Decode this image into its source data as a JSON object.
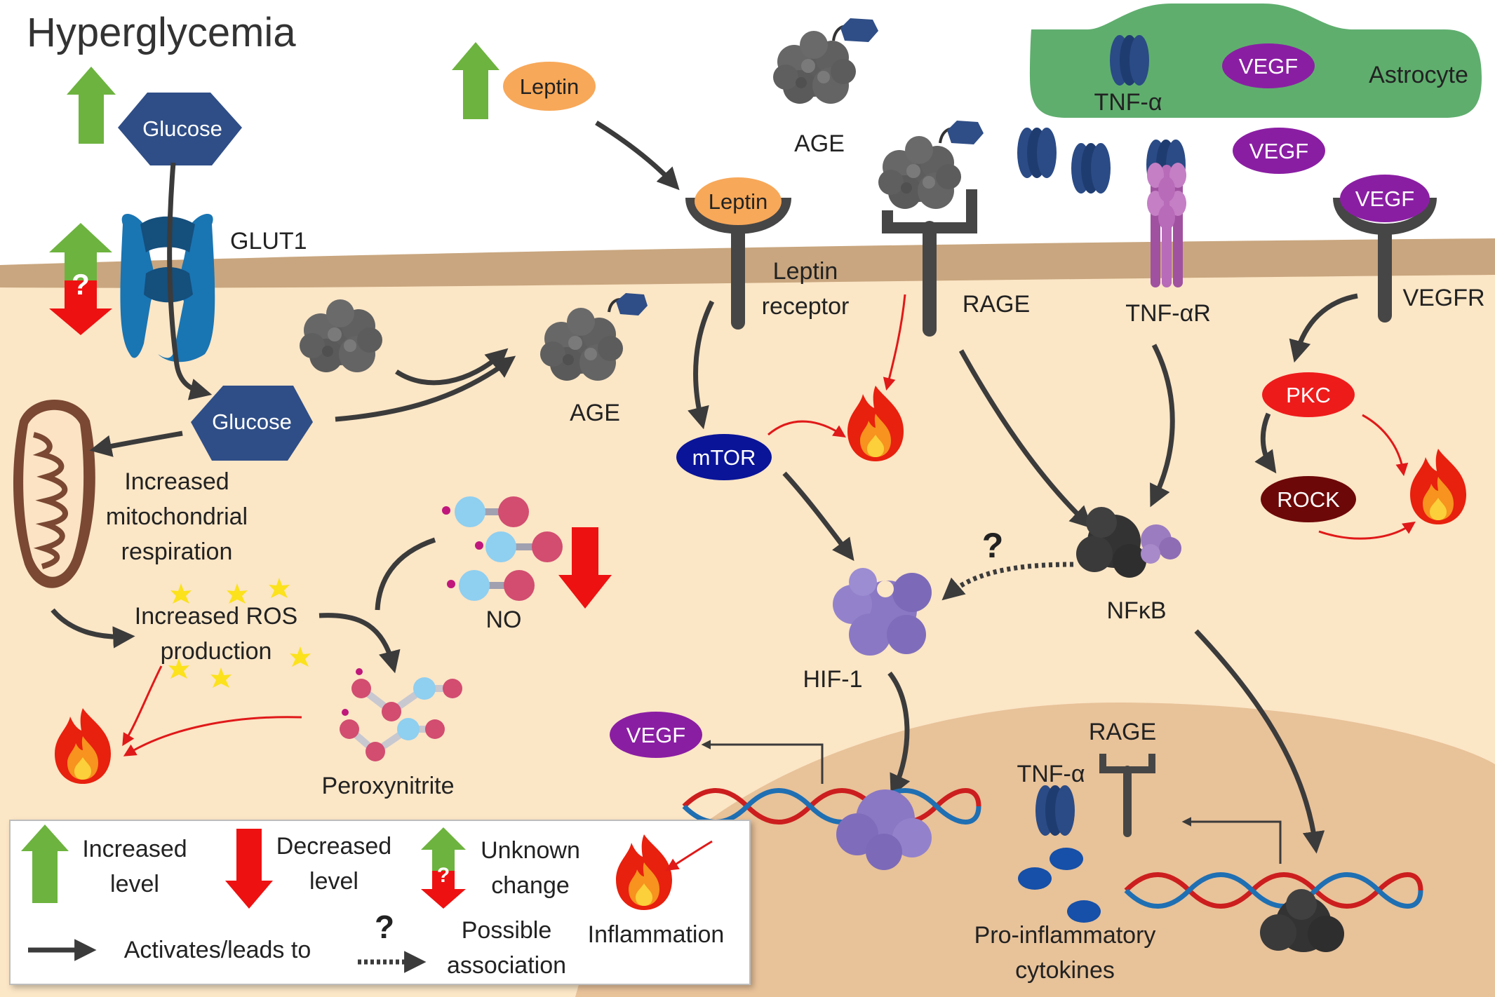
{
  "title": "Hyperglycemia",
  "colors": {
    "cytoplasm": "#fbe6c6",
    "membrane": "#c9a67f",
    "nucleus": "#e8c299",
    "astrocyte": "#5fae6e",
    "glucose": "#2f4e87",
    "leptin": "#f7a859",
    "vegf": "#8a1ea3",
    "mtor": "#0a1498",
    "pkc": "#ee1b1b",
    "rock": "#6d0808",
    "age": "#6e6e6e",
    "arrow": "#3b3b3b",
    "red_arrow": "#e01919",
    "increase": "#6db33f",
    "decrease": "#ee1111"
  },
  "labels": {
    "glucose_outside": "Glucose",
    "glucose_inside": "Glucose",
    "glut1": "GLUT1",
    "mito_line1": "Increased",
    "mito_line2": "mitochondrial",
    "mito_line3": "respiration",
    "ros_line1": "Increased ROS",
    "ros_line2": "production",
    "peroxynitrite": "Peroxynitrite",
    "no": "NO",
    "age_inside": "AGE",
    "age_outside": "AGE",
    "leptin_free": "Leptin",
    "leptin_bound": "Leptin",
    "leptin_receptor_line1": "Leptin",
    "leptin_receptor_line2": "receptor",
    "rage": "RAGE",
    "tnf_alpha_r": "TNF-αR",
    "vegfr": "VEGFR",
    "vegf_astro": "VEGF",
    "vegf_free": "VEGF",
    "vegf_bound": "VEGF",
    "vegf_nuclear": "VEGF",
    "tnf_alpha_astro": "TNF-α",
    "astrocyte": "Astrocyte",
    "mtor": "mTOR",
    "pkc": "PKC",
    "rock": "ROCK",
    "hif1": "HIF-1",
    "nfkb": "NFκB",
    "question": "?",
    "nuclear_rage": "RAGE",
    "nuclear_tnf": "TNF-α",
    "cytokines_line1": "Pro-inflammatory",
    "cytokines_line2": "cytokines"
  },
  "legend": {
    "increased_line1": "Increased",
    "increased_line2": "level",
    "decreased_line1": "Decreased",
    "decreased_line2": "level",
    "unknown_line1": "Unknown",
    "unknown_line2": "change",
    "inflammation": "Inflammation",
    "activates": "Activates/leads to",
    "possible_line1": "Possible",
    "possible_line2": "association",
    "question": "?"
  },
  "icons": [
    "up-arrow-icon",
    "down-arrow-icon",
    "unknown-change-icon",
    "flame-icon",
    "mitochondrion-icon",
    "dna-icon",
    "protein-blob-icon"
  ]
}
